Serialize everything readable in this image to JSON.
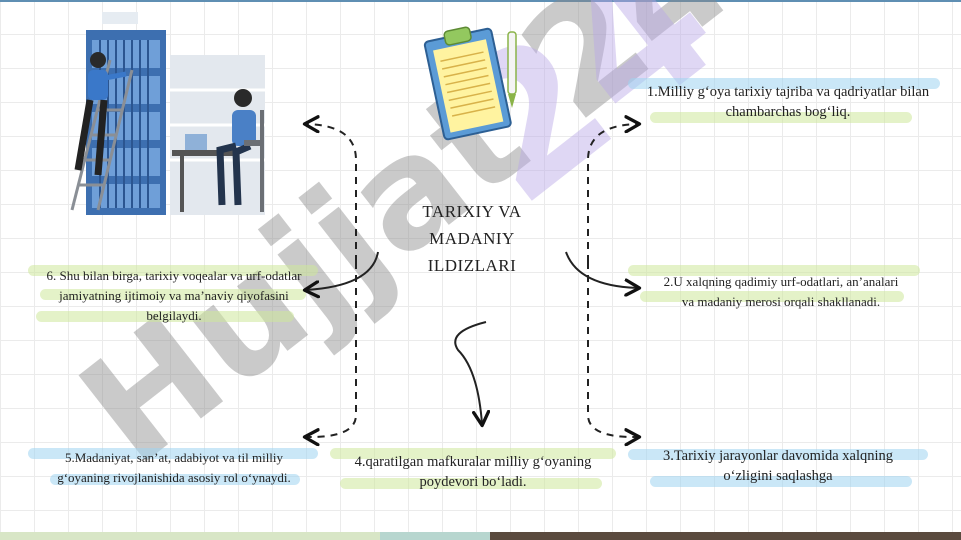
{
  "center_title": "TARIXIY VA MADANIY ILDIZLARI",
  "watermark": "Hujjat 24",
  "nodes": {
    "n1": "1.Milliy g‘oya tarixiy tajriba va qadriyatlar bilan chambarchas bog‘liq.",
    "n2": "2.U xalqning qadimiy urf-odatlari, an’analari va madaniy merosi orqali shakllanadi.",
    "n3": "3.Tarixiy jarayonlar davomida xalqning o‘zligini saqlashga",
    "n4": "4.qaratilgan mafkuralar milliy g‘oyaning poydevori bo‘ladi.",
    "n5": "5.Madaniyat, san’at, adabiyot va til milliy g‘oyaning rivojlanishida asosiy rol o‘ynaydi.",
    "n6": "6. Shu bilan birga, tarixiy voqealar va urf-odatlar jamiyatning ijtimoiy va ma’naviy qiyofasini belgilaydi."
  },
  "colors": {
    "highlight_blue": "#9fd3f0",
    "highlight_green": "#cde89a",
    "watermark_grey": "#8a8a8a",
    "watermark_purple": "#b9a6e6"
  }
}
